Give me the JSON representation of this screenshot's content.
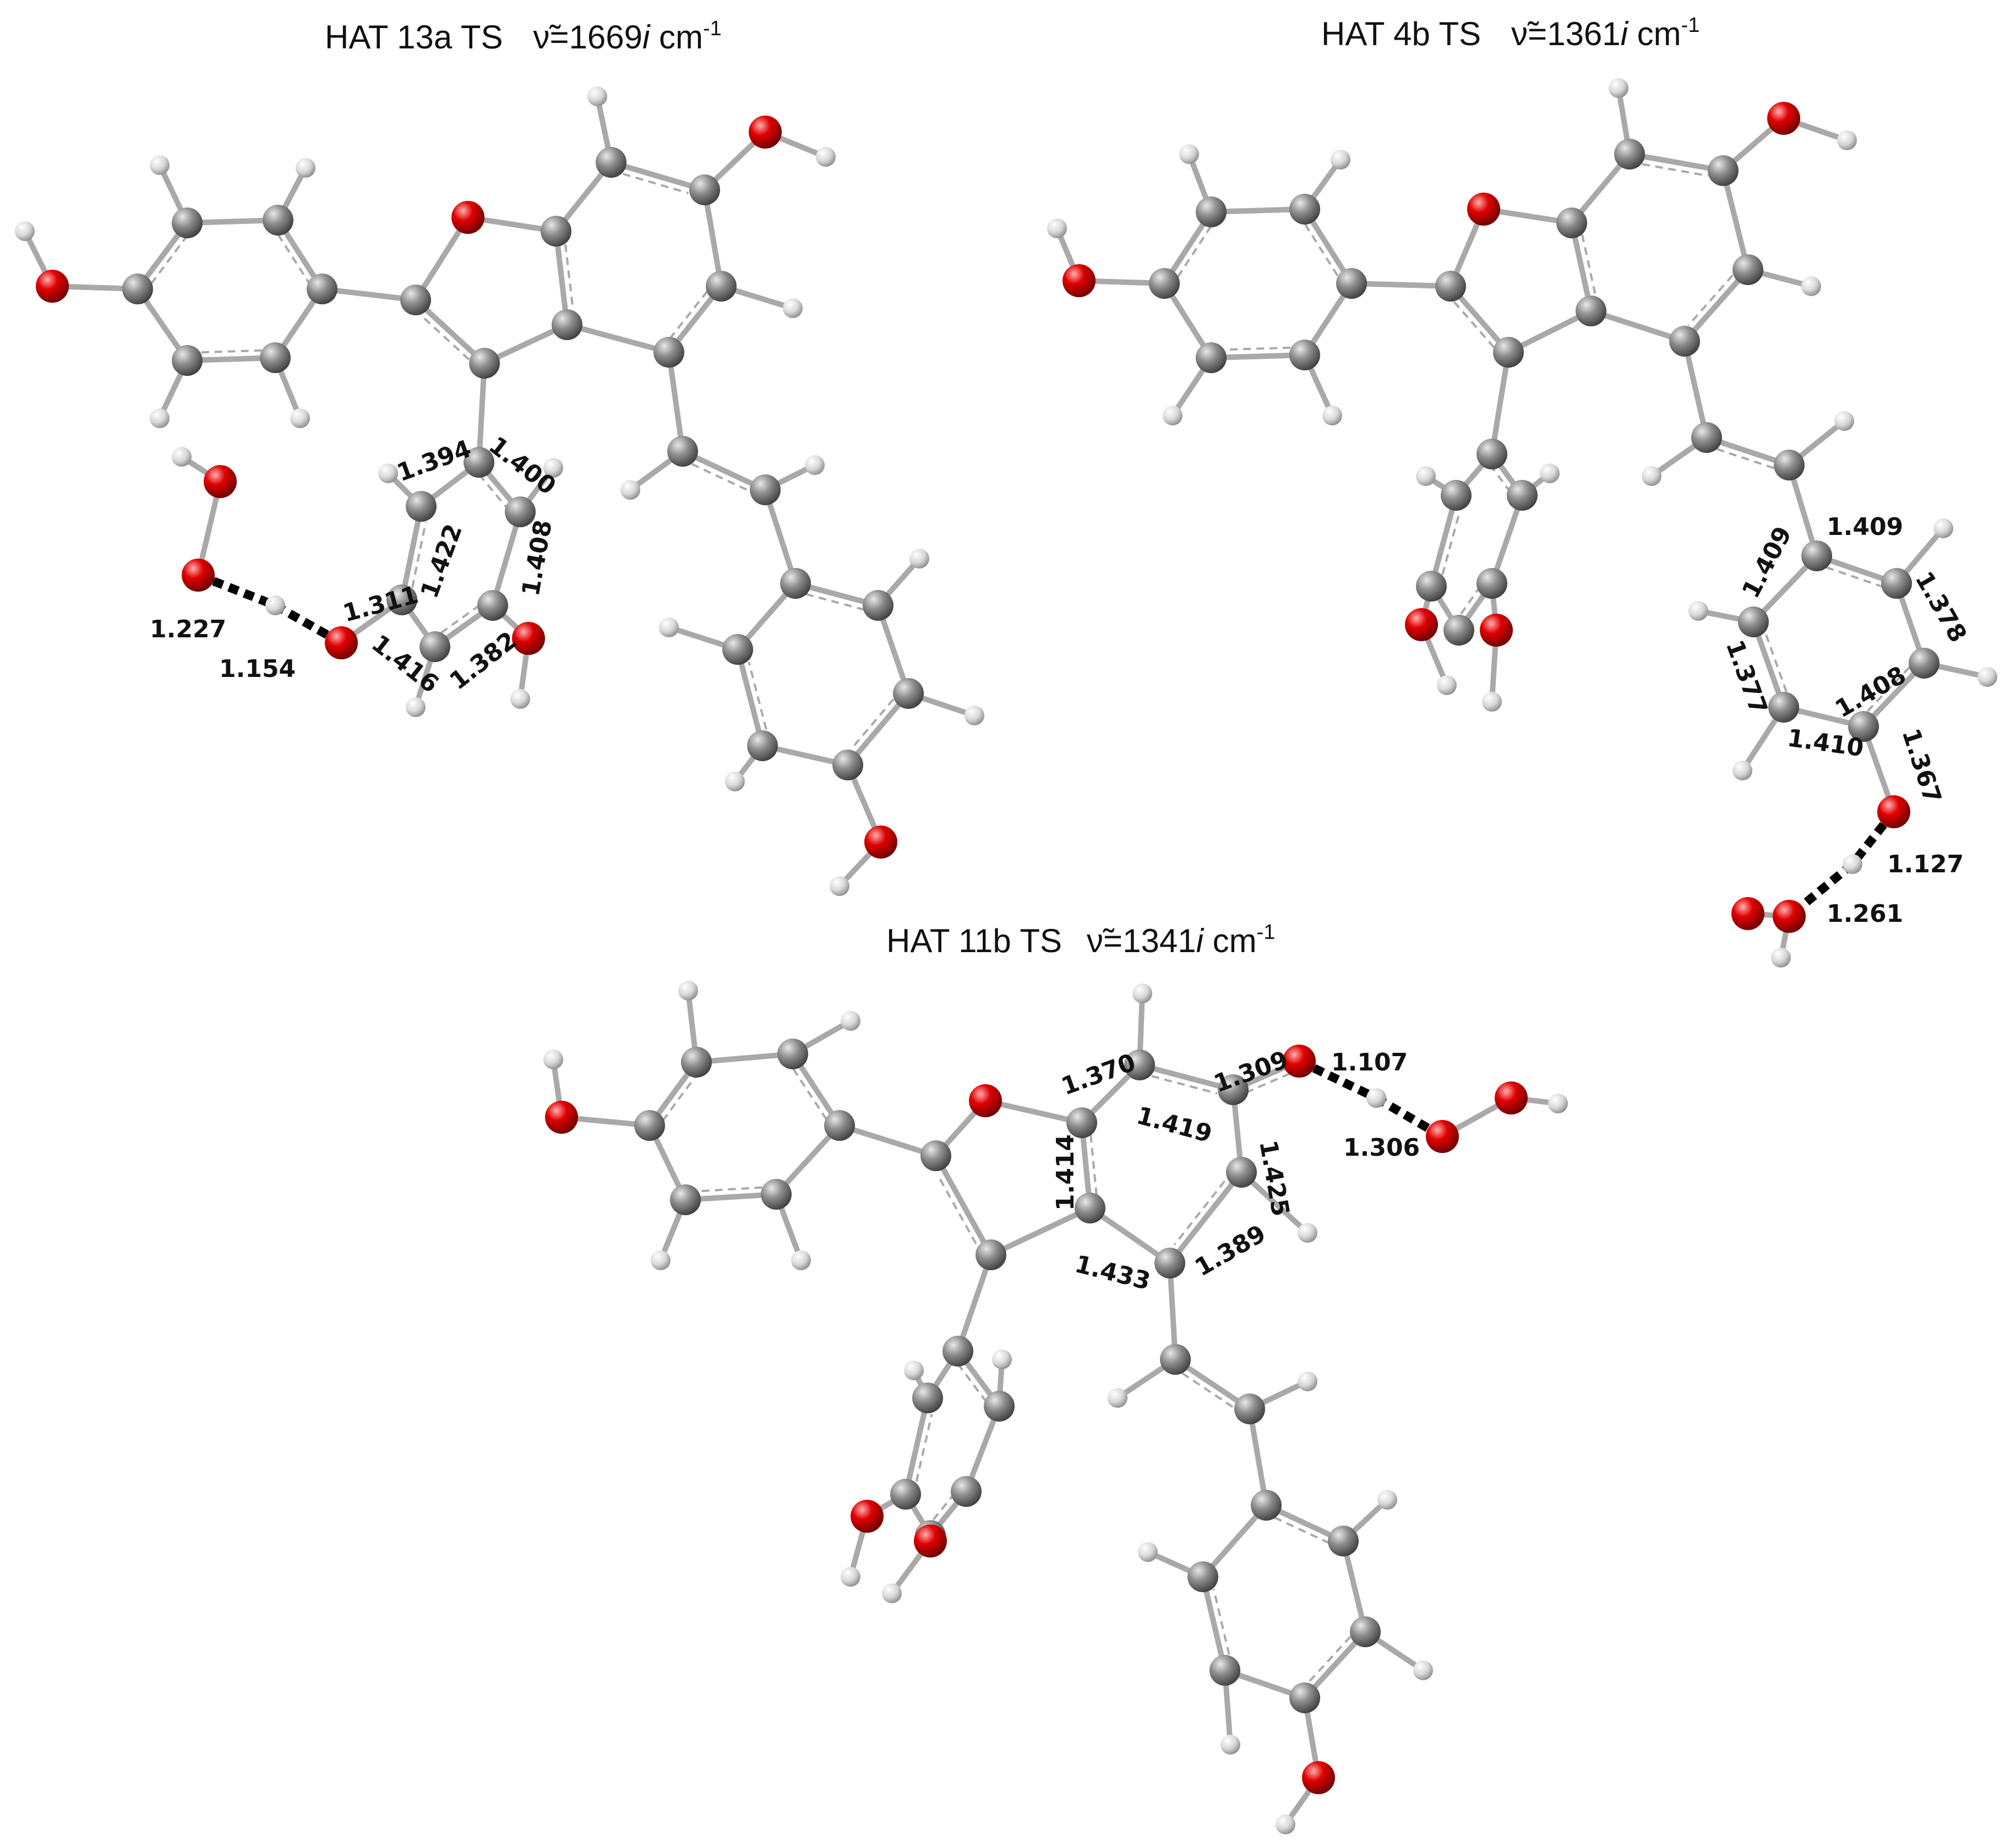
{
  "structures": [
    {
      "title": {
        "label": "HAT 13a TS",
        "nu": "ν̃=",
        "freq": "1669",
        "imag": "i",
        "unit": " cm",
        "exp": "-1"
      },
      "distances": [
        "1.394",
        "1.400",
        "1.422",
        "1.408",
        "1.311",
        "1.227",
        "1.154",
        "1.416",
        "1.382"
      ]
    },
    {
      "title": {
        "label": "HAT 4b TS",
        "nu": "ν̃=",
        "freq": "1361",
        "imag": "i",
        "unit": " cm",
        "exp": "-1"
      },
      "distances": [
        "1.409",
        "1.409",
        "1.378",
        "1.377",
        "1.408",
        "1.410",
        "1.367",
        "1.127",
        "1.261"
      ]
    },
    {
      "title": {
        "label": "HAT 11b TS",
        "nu": "ν̃=",
        "freq": "1341",
        "imag": "i",
        "unit": " cm",
        "exp": "-1"
      },
      "distances": [
        "1.370",
        "1.309",
        "1.107",
        "1.419",
        "1.414",
        "1.425",
        "1.306",
        "1.433",
        "1.389"
      ]
    }
  ],
  "colors": {
    "carbon": "#808080",
    "oxygen": "#e00000",
    "hydrogen": "#d8d8d8",
    "bond": "#a9a9a9",
    "hbond": "#000000"
  }
}
